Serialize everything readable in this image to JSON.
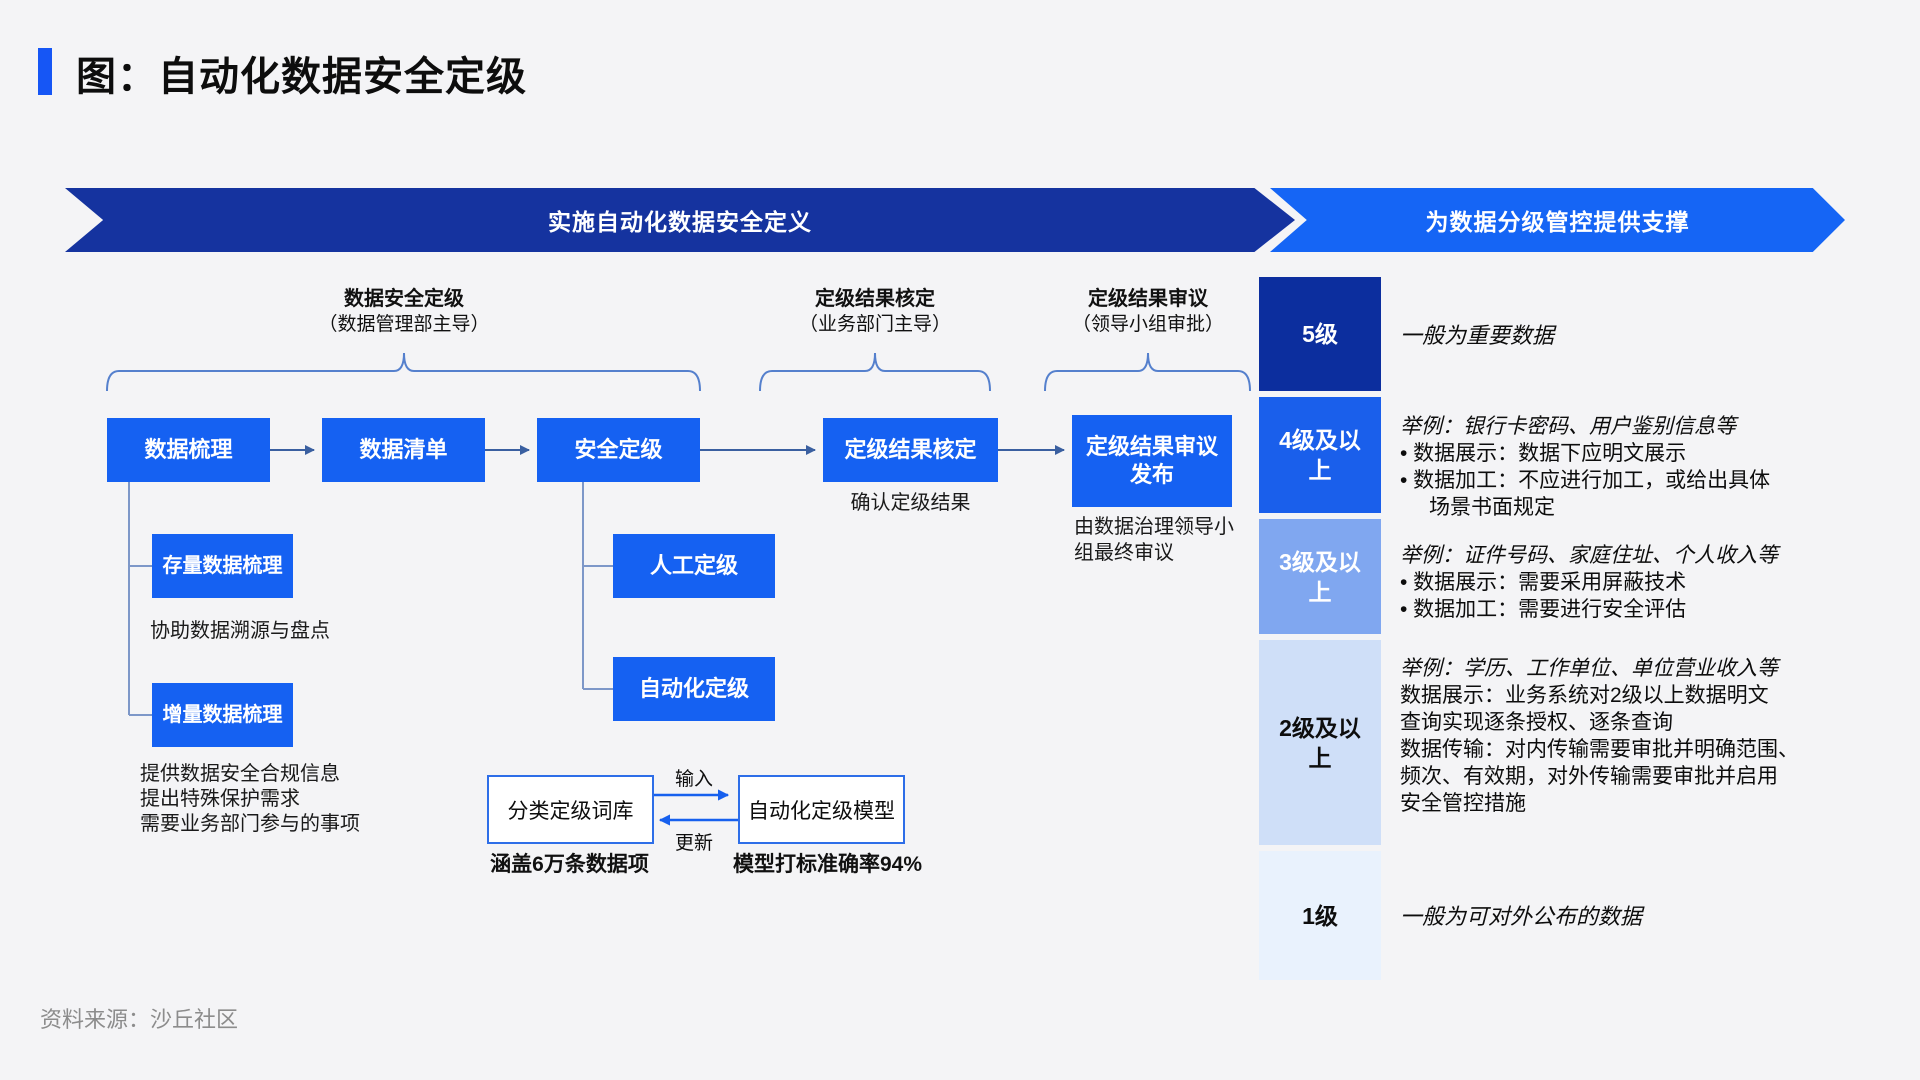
{
  "title": "图：自动化数据安全定级",
  "banners": {
    "left": "实施自动化数据安全定义",
    "right": "为数据分级管控提供支撑"
  },
  "groups": [
    {
      "label": "数据安全定级",
      "sub": "（数据管理部主导）"
    },
    {
      "label": "定级结果核定",
      "sub": "（业务部门主导）"
    },
    {
      "label": "定级结果审议",
      "sub": "（领导小组审批）"
    }
  ],
  "flow": {
    "boxes": [
      "数据梳理",
      "数据清单",
      "安全定级",
      "定级结果核定"
    ],
    "box5": [
      "定级结果审议",
      "发布"
    ],
    "box4_note": "确认定级结果",
    "box5_note": "由数据治理领导小组最终审议",
    "sub_boxes": [
      "存量数据梳理",
      "增量数据梳理",
      "人工定级",
      "自动化定级"
    ],
    "notes": {
      "stock": "协助数据溯源与盘点",
      "incremental": [
        "提供数据安全合规信息",
        "提出特殊保护需求",
        "需要业务部门参与的事项"
      ]
    }
  },
  "loop": {
    "left_box": "分类定级词库",
    "right_box": "自动化定级模型",
    "input_label": "输入",
    "update_label": "更新",
    "left_caption": "涵盖6万条数据项",
    "right_caption": "模型打标准确率94%"
  },
  "levels": [
    {
      "label": "5级",
      "color": "#0c2e9e",
      "lines": [
        "一般为重要数据"
      ]
    },
    {
      "label": "4级及以上",
      "color": "#1a5feb",
      "lines": [
        "举例：银行卡密码、用户鉴别信息等",
        "• 数据展示：数据下应明文展示",
        "• 数据加工：不应进行加工，或给出具体",
        "场景书面规定"
      ]
    },
    {
      "label": "3级及以上",
      "color": "#80a7f0",
      "lines": [
        "举例：证件号码、家庭住址、个人收入等",
        "• 数据展示：需要采用屏蔽技术",
        "• 数据加工：需要进行安全评估"
      ]
    },
    {
      "label": "2级及以上",
      "color": "#cfdff8",
      "lines": [
        "举例：学历、工作单位、单位营业收入等",
        "数据展示：业务系统对2级以上数据明文",
        "查询实现逐条授权、逐条查询",
        "数据传输：对内传输需要审批并明确范围、",
        "频次、有效期，对外传输需要审批并启用",
        "安全管控措施"
      ]
    },
    {
      "label": "1级",
      "color": "#e9f2fd",
      "lines": [
        "一般为可对外公布的数据"
      ]
    }
  ],
  "source": "资料来源：沙丘社区",
  "colors": {
    "accent": "#1656f5",
    "banner_left": "#15339f",
    "banner_right": "#1565f5",
    "flow_box": "#1561f2",
    "connector": "#7d97c8",
    "arrow": "#3a5fa0",
    "brace": "#5580cd",
    "loop_arrow": "#1760ee",
    "loop_box_border": "#2e6ee8",
    "source_text": "#8c8c8c"
  }
}
